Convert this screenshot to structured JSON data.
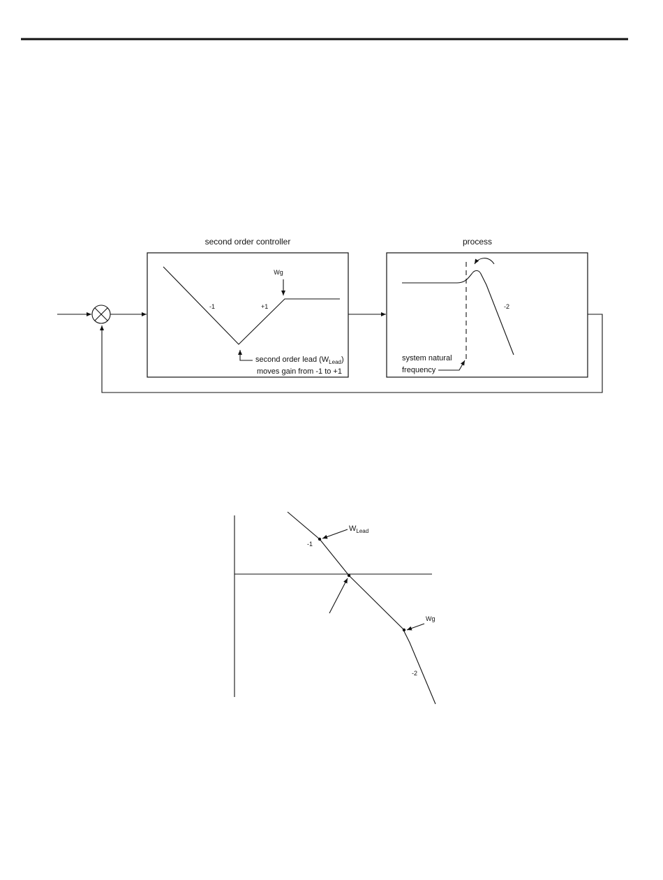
{
  "block_diagram": {
    "controller_title": "second order controller",
    "process_title": "process",
    "wg_label": "Wg",
    "slope_minus1": "-1",
    "slope_plus1": "+1",
    "lead_line1_prefix": "second order lead (W",
    "lead_line1_sub": "Lead",
    "lead_line1_suffix": ")",
    "lead_line2": "moves gain from -1 to +1",
    "process_slope": "-2",
    "natural_freq_line1": "system natural",
    "natural_freq_line2": "frequency"
  },
  "bode_plot": {
    "wlead_main": "W",
    "wlead_sub": "Lead",
    "slope_minus1": "-1",
    "wg_label": "Wg",
    "slope_minus2": "-2"
  },
  "colors": {
    "line": "#111111",
    "background": "#ffffff"
  }
}
